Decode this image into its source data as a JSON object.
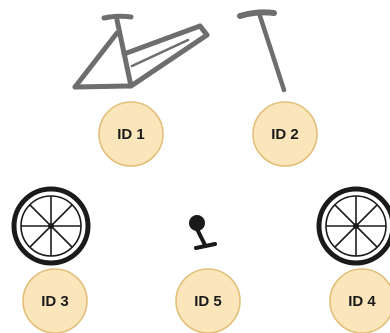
{
  "parts": [
    {
      "id": "part-1",
      "label": "ID 1",
      "part": "bike-frame-icon"
    },
    {
      "id": "part-2",
      "label": "ID 2",
      "part": "seat-post-icon"
    },
    {
      "id": "part-3",
      "label": "ID 3",
      "part": "wheel-icon"
    },
    {
      "id": "part-5",
      "label": "ID 5",
      "part": "pedal-icon"
    },
    {
      "id": "part-4",
      "label": "ID 4",
      "part": "wheel-icon"
    }
  ],
  "colors": {
    "badge_fill": "#fbe5ba",
    "badge_stroke": "#e2bf7a",
    "frame": "#6e6e6e",
    "dark_part": "#1a1a1a"
  }
}
